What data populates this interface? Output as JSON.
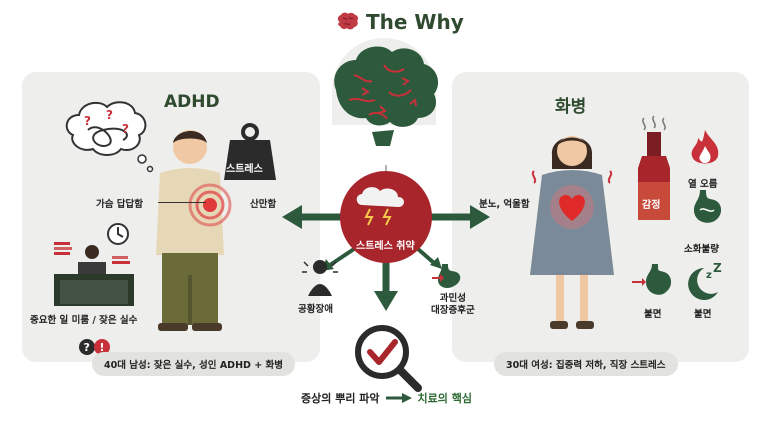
{
  "title": "The Why",
  "left": {
    "heading": "ADHD",
    "weight_label": "스트레스",
    "chest_label": "가슴 답답함",
    "scattered_label": "산만함",
    "desk_label": "중요한 일 미룸 / 잦은 실수",
    "bottom_badge": "40대 남성: 잦은 실수, 성인 ADHD + 화병"
  },
  "center": {
    "hub_label": "스트레스 취약",
    "panic_label": "공황장애",
    "ibs_label": "과민성\n대장증후군"
  },
  "right": {
    "heading": "화병",
    "anger_label": "분노, 억울함",
    "bottle_label": "감정",
    "icons": [
      "열 오름",
      "소화불량",
      "불면",
      "불면"
    ],
    "bottom_badge": "30대 여성: 집중력 저하, 직장 스트레스"
  },
  "footer": {
    "left_text": "증상의 뿌리 파악",
    "right_text": "치료의 핵심"
  },
  "colors": {
    "dark_green": "#2f4a2f",
    "red": "#a8252c",
    "panel": "#eeeeec"
  }
}
